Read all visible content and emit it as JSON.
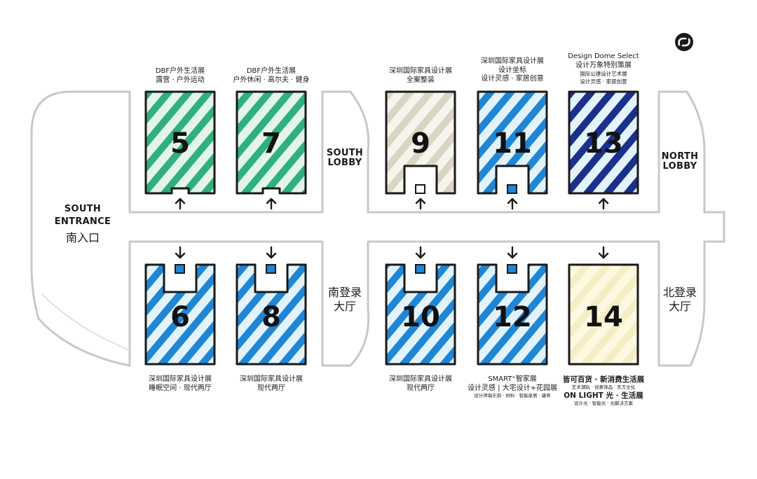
{
  "entrance": {
    "line1": "SOUTH",
    "line2": "ENTRANCE",
    "cn": "南入口"
  },
  "south_lobby": {
    "line1": "SOUTH",
    "line2": "LOBBY",
    "cn_line1": "南登录",
    "cn_line2": "大厅"
  },
  "north_lobby": {
    "line1": "NORTH",
    "line2": "LOBBY",
    "cn_line1": "北登录",
    "cn_line2": "大厅"
  },
  "halls": {
    "h5": {
      "number": "5",
      "color": "#2fb07c",
      "bg": "#e3f5eb",
      "caption": [
        "DBF户外生活展",
        "露营 · 户外运动"
      ]
    },
    "h7": {
      "number": "7",
      "color": "#2fb07c",
      "bg": "#e3f5eb",
      "caption": [
        "DBF户外生活展",
        "户外休闲 · 高尔夫 · 健身"
      ]
    },
    "h9": {
      "number": "9",
      "color": "#d9d5c2",
      "bg": "#f6f4ec",
      "caption": [
        "深圳国际家具设计展",
        "全案整装"
      ]
    },
    "h11": {
      "number": "11",
      "color": "#1f86d6",
      "bg": "#e2f3fb",
      "caption": [
        "深圳国际家具设计展",
        "设计坐标",
        "设计灵感 · 家居创意"
      ]
    },
    "h13": {
      "number": "13",
      "color": "#1b2f8c",
      "bg": "#e2f3fb",
      "caption": [
        "Design Dome Select",
        "设计万象特别策展",
        "国际公建设计艺术展",
        "设计灵感 · 家居创意"
      ]
    },
    "h6": {
      "number": "6",
      "color": "#1f86d6",
      "bg": "#e2f3fb",
      "caption": [
        "深圳国际家具设计展",
        "睡眠空间 · 现代两厅"
      ]
    },
    "h8": {
      "number": "8",
      "color": "#1f86d6",
      "bg": "#e2f3fb",
      "caption": [
        "深圳国际家具设计展",
        "现代两厅"
      ]
    },
    "h10": {
      "number": "10",
      "color": "#1f86d6",
      "bg": "#e2f3fb",
      "caption": [
        "深圳国际家具设计展",
        "现代两厅"
      ]
    },
    "h12": {
      "number": "12",
      "color": "#1f86d6",
      "bg": "#e2f3fb",
      "caption": [
        "SMART⁺智家展",
        "设计灵感 | 大宅设计+花园展",
        "设计师俱乐部 · 材料 · 智能家居 · 康养"
      ]
    },
    "h14": {
      "number": "14",
      "color": "#f2e8b4",
      "bg": "#fdf8e0",
      "caption": [
        "皆可百货 · 新消费生活展",
        "艺术潮玩 · 创意饰品 · 东方文化",
        "ON LIGHT 光 · 生活展",
        "设计光 · 智能光 · 光解决方案"
      ]
    }
  },
  "logo": {
    "icon": "link-icon"
  }
}
